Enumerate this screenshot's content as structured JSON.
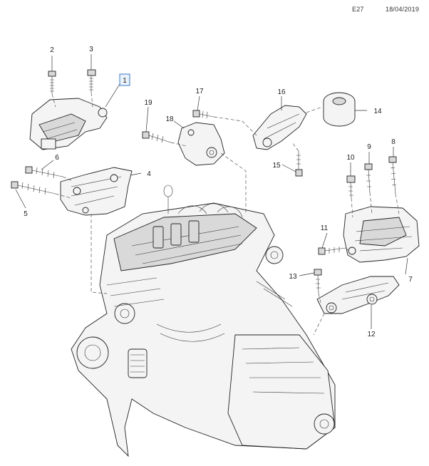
{
  "header": {
    "code": "E27",
    "date": "18/04/2019"
  },
  "colors": {
    "highlight": "#3a78c8",
    "ink": "#222222"
  },
  "callouts": {
    "c1": "1",
    "c2": "2",
    "c3": "3",
    "c4": "4",
    "c5": "5",
    "c6": "6",
    "c7": "7",
    "c8": "8",
    "c9": "9",
    "c10": "10",
    "c11": "11",
    "c12": "12",
    "c13": "13",
    "c14": "14",
    "c15": "15",
    "c16": "16",
    "c17": "17",
    "c18": "18",
    "c19": "19"
  },
  "selected_callout": "1"
}
